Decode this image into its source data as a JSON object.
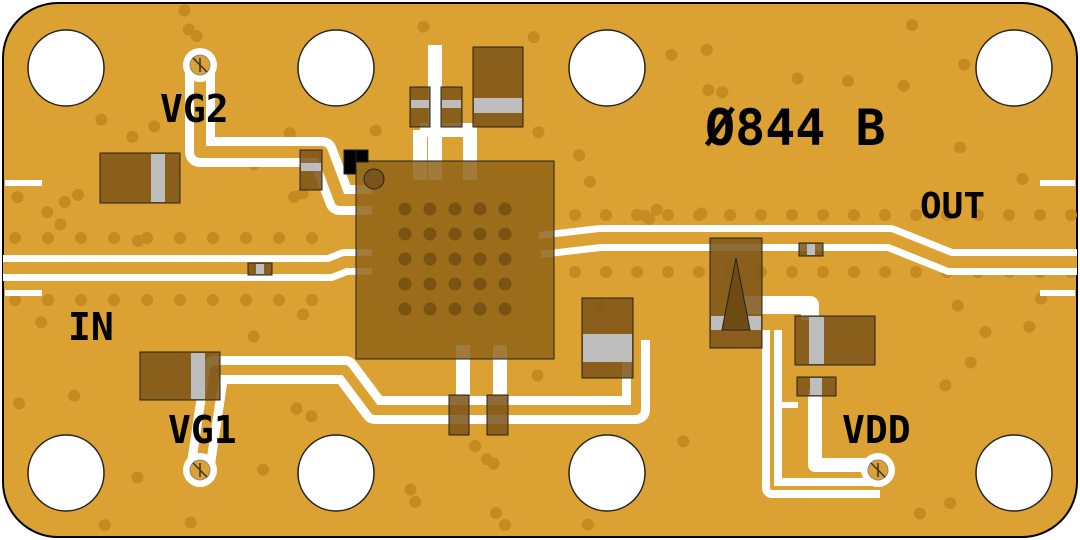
{
  "board": {
    "part_label": "Ø844 B",
    "colors": {
      "board": "#dba133",
      "via": "#c68a22",
      "component": "#7a5418",
      "gap": "#ffffff",
      "band": "#b7b7b7"
    }
  },
  "ports": {
    "in": "IN",
    "out": "OUT",
    "vg1": "VG1",
    "vg2": "VG2",
    "vdd": "VDD"
  }
}
